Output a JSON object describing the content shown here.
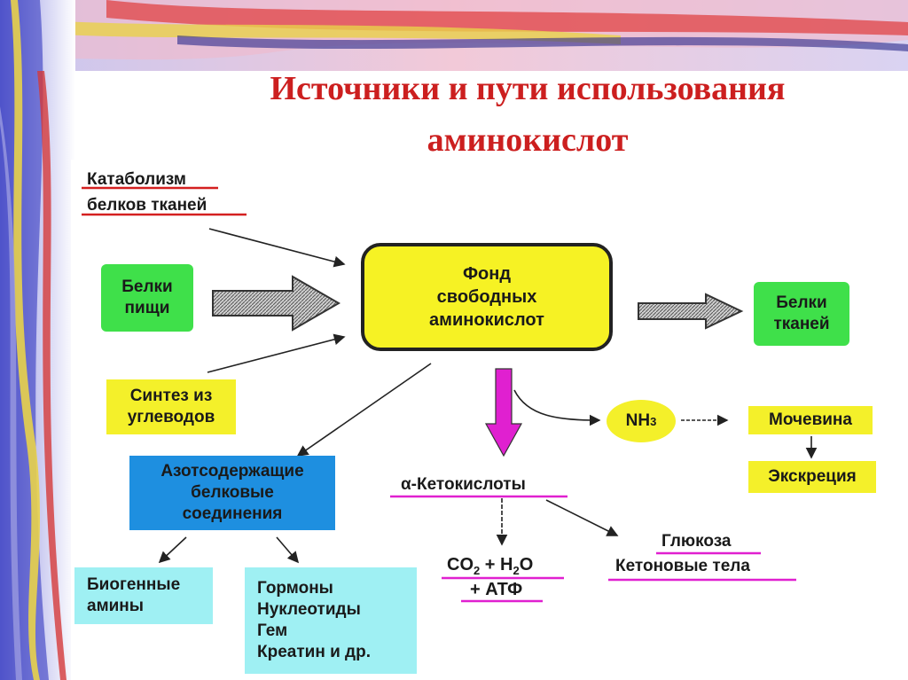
{
  "title": {
    "line1": "Источники и пути использования",
    "line2": "аминокислот"
  },
  "nodes": {
    "catabolism": "Катаболизм\nбелков тканей",
    "food_proteins": "Белки\nпищи",
    "carb_synthesis": "Синтез из\nуглеводов",
    "free_amino_acid_pool": "Фонд\nсвободных\nаминокислот",
    "tissue_proteins": "Белки\nтканей",
    "nitrogen_compounds": "Азотсодержащие\nбелковые\nсоединения",
    "biogenic_amines": "Биогенные\nамины",
    "hormones_etc": "Гормоны\nНуклеотиды\nГем\nКреатин и др.",
    "ketoacids": "α-Кетокислоты",
    "nh3_base": "NH",
    "nh3_sub": "3",
    "urea": "Мочевина",
    "excretion": "Экскреция",
    "co2_prefix": "CO",
    "co2_sub": "2",
    "h2o_middle": " + H",
    "h2o_sub": "2",
    "h2o_suffix": "O",
    "atp": "+ АТФ",
    "glucose": "Глюкоза",
    "ketone_bodies": "Кетоновые тела"
  },
  "colors": {
    "title": "#cc1f1f",
    "green_box": "#3fe04a",
    "yellow_box": "#f4f02a",
    "cyan_box": "#9ff0f3",
    "blue_box": "#1e8fe0",
    "red_underline": "#d42020",
    "magenta": "#e020d0"
  }
}
